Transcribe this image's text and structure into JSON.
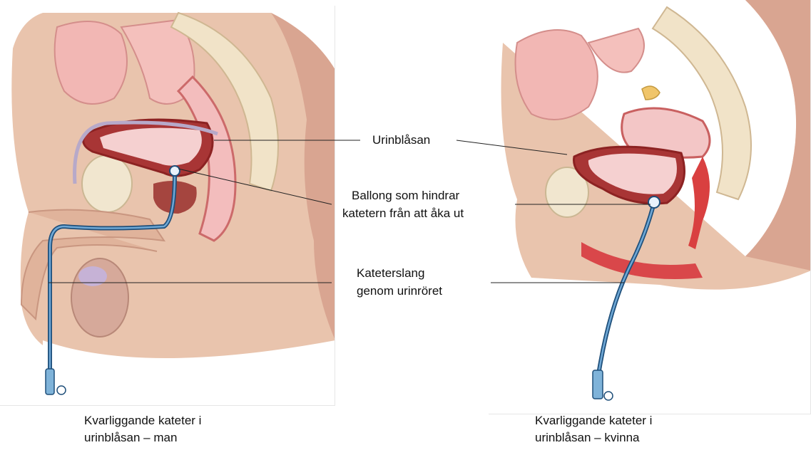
{
  "labels": {
    "bladder": "Urinblåsan",
    "balloon_line1": "Ballong som hindrar",
    "balloon_line2": "katetern från att åka ut",
    "tube_line1": "Kateterslang",
    "tube_line2": "genom urinröret"
  },
  "captions": {
    "male_line1": "Kvarliggande kateter i",
    "male_line2": "urinblåsan – man",
    "female_line1": "Kvarliggande kateter i",
    "female_line2": "urinblåsan – kvinna"
  },
  "colors": {
    "skin": "#e6bfa7",
    "skin_dark": "#d39a86",
    "organ_pink": "#f2b5b5",
    "bladder": "#b03a3a",
    "catheter": "#2f6ea3",
    "nerve": "#e8d8c0"
  }
}
